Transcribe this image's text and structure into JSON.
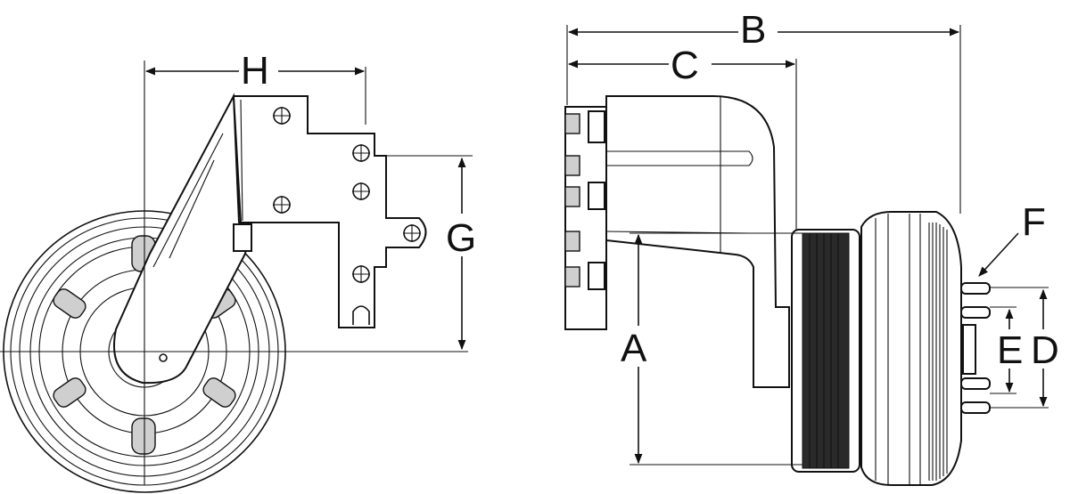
{
  "dimensions": {
    "A": "A",
    "B": "B",
    "C": "C",
    "D": "D",
    "E": "E",
    "F": "F",
    "G": "G",
    "H": "H"
  },
  "colors": {
    "line": "#111111",
    "background": "#ffffff",
    "shade": "#cfcfcf",
    "dark": "#2a2a2a"
  }
}
